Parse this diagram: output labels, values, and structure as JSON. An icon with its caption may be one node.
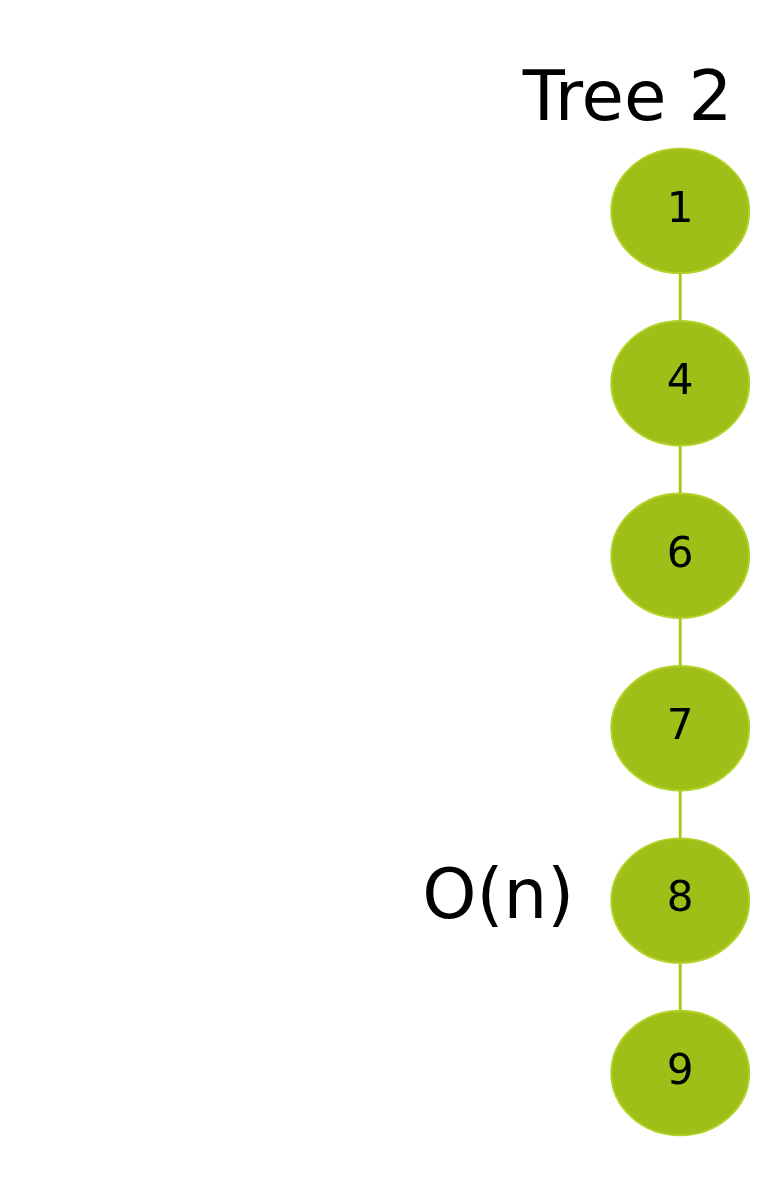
{
  "diagram": {
    "title": "Tree 2",
    "nodes": [
      {
        "text": [
          "1"
        ]
      },
      {
        "text": [
          "4"
        ]
      },
      {
        "text": [
          "6"
        ]
      },
      {
        "text": [
          "7"
        ]
      },
      {
        "text": [
          "8"
        ]
      },
      {
        "text": [
          "9"
        ]
      }
    ],
    "edges": [
      {
        "from": 0,
        "to": 1,
        "arrow": "none"
      },
      {
        "from": 1,
        "to": 2,
        "arrow": "none"
      },
      {
        "from": 2,
        "to": 3,
        "arrow": "none"
      },
      {
        "from": 3,
        "to": 4,
        "arrow": "none"
      },
      {
        "from": 4,
        "to": 5,
        "arrow": "none"
      }
    ],
    "labels": [
      "O(n)"
    ]
  }
}
